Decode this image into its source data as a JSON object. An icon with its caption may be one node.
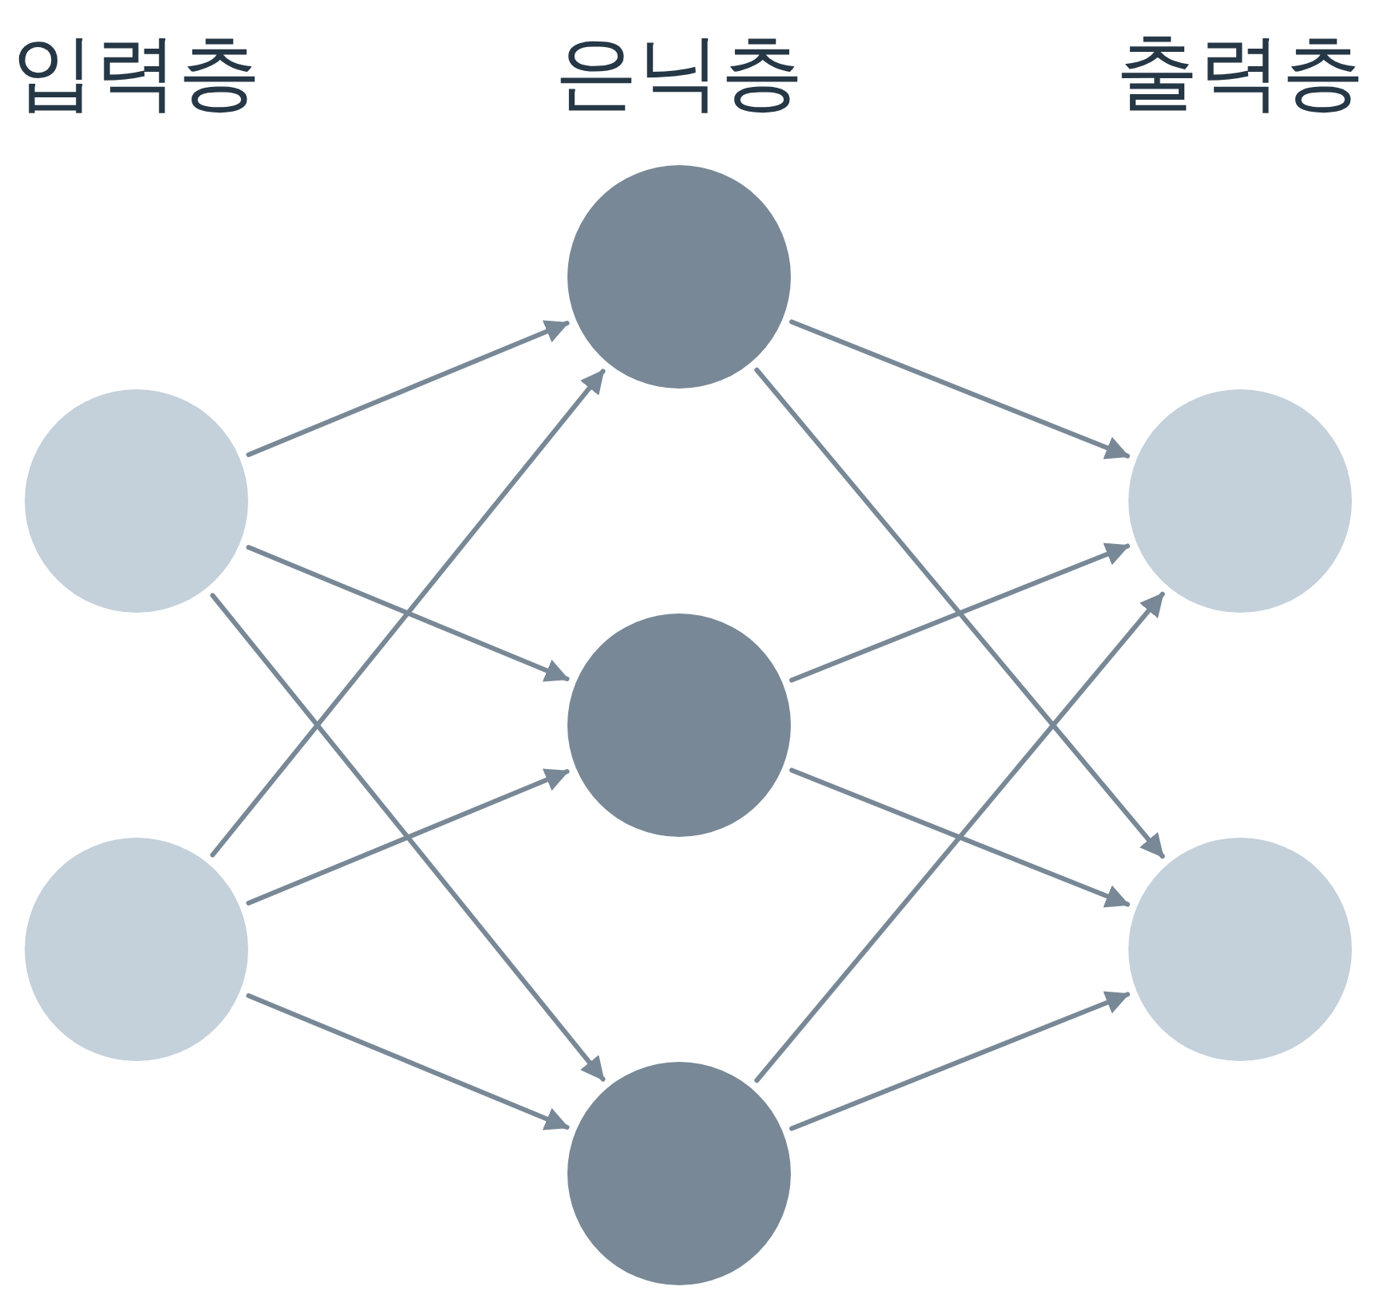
{
  "diagram": {
    "nodes": [
      {
        "text": [],
        "shape": "circle"
      },
      {
        "text": [],
        "shape": "circle"
      },
      {
        "text": [],
        "shape": "circle"
      },
      {
        "text": [],
        "shape": "circle"
      },
      {
        "text": [],
        "shape": "circle"
      },
      {
        "text": [],
        "shape": "circle"
      },
      {
        "text": [],
        "shape": "circle"
      }
    ],
    "edges": [
      {
        "from": 0,
        "to": 2,
        "arrow": "to"
      },
      {
        "from": 0,
        "to": 3,
        "arrow": "to"
      },
      {
        "from": 0,
        "to": 4,
        "arrow": "to"
      },
      {
        "from": 1,
        "to": 2,
        "arrow": "to"
      },
      {
        "from": 1,
        "to": 3,
        "arrow": "to"
      },
      {
        "from": 1,
        "to": 4,
        "arrow": "to"
      },
      {
        "from": 2,
        "to": 5,
        "arrow": "to"
      },
      {
        "from": 2,
        "to": 6,
        "arrow": "to"
      },
      {
        "from": 3,
        "to": 5,
        "arrow": "to"
      },
      {
        "from": 3,
        "to": 6,
        "arrow": "to"
      },
      {
        "from": 4,
        "to": 5,
        "arrow": "to"
      },
      {
        "from": 4,
        "to": 6,
        "arrow": "to"
      }
    ],
    "labels": [
      "입력층",
      "은닉층",
      "출력층"
    ]
  }
}
